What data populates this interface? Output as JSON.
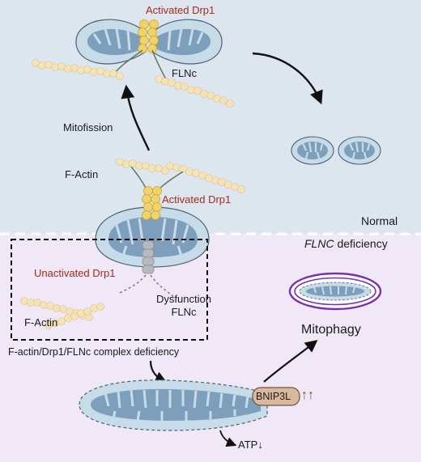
{
  "normal_panel": {
    "top_activated_drp1": "Activated Drp1",
    "flnc": "FLNc",
    "mitofission": "Mitofission",
    "f_actin": "F-Actin",
    "mid_activated_drp1": "Activated Drp1",
    "panel_label": "Normal"
  },
  "deficiency_panel": {
    "panel_label_gene": "FLNC",
    "panel_label_rest": " deficiency",
    "unactivated_drp1": "Unactivated Drp1",
    "dysfunction_flnc": "Dysfunction FLNc",
    "f_actin": "F-Actin",
    "complex_deficiency": "F-actin/Drp1/FLNc complex deficiency",
    "bnip3l": "BNIP3L",
    "bnip3l_arrows": "↑↑",
    "mitophagy": "Mitophagy",
    "atp": "ATP↓"
  },
  "colors": {
    "normal_bg": "#dde6ef",
    "deficiency_bg": "#f0e8f6",
    "mito_outer": "#c8dbe8",
    "mito_inner": "#7d9fbc",
    "drp1": "#f2d36b",
    "actin": "#f5e3b6",
    "label_red": "#a52a1c",
    "autophagosome": "#7b2fa8",
    "bnip3l_fill": "#d9b99b"
  }
}
